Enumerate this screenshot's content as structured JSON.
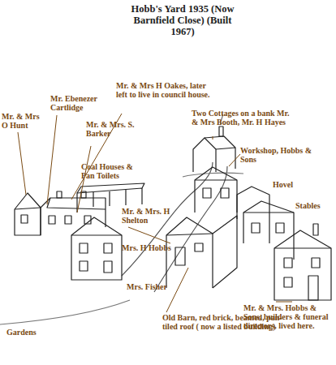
{
  "diagram": {
    "title": "Hobb's Yard 1935 (Now Barnfield Close) (Built 1967)",
    "labels": [
      "Mr. & Mrs H Oakes, later left to live in council house.",
      "Mr. Ebenezer Cartlidge",
      "Mr. & Mrs O Hunt",
      "Mr. & Mrs. S. Barker",
      "Two Cottages on a bank Mr. & Mrs Booth, Mr. H Hayes",
      "Workshop, Hobbs & Sons",
      "Coal Houses & Pan Toilets",
      "Hovel",
      "Stables",
      "Mr. & Mrs. H Shelton",
      "Mrs. H Hobbs",
      "Gardens",
      "Mrs. Fisher",
      "Old Barn, red brick, beamed, pan-tiled roof ( now a listed building)",
      "Mr. & Mrs. Hobbs & Sons, builders & funeral directors, lived here."
    ]
  }
}
